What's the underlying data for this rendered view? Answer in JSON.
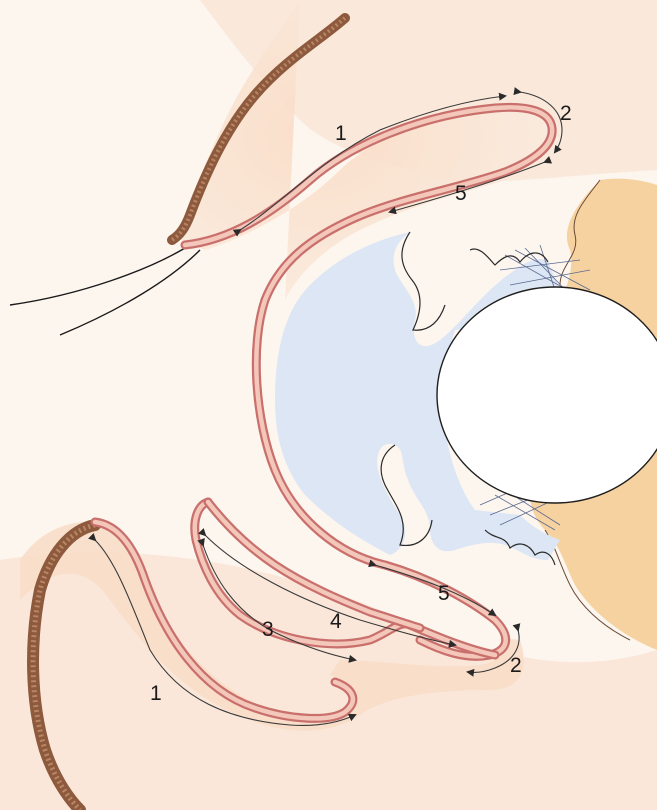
{
  "diagram": {
    "labels": {
      "upper_1": "1",
      "upper_2": "2",
      "upper_5": "5",
      "lower_1": "1",
      "lower_2": "2",
      "lower_3": "3",
      "lower_4": "4",
      "lower_5": "5"
    },
    "colors": {
      "background": "#fdf6ef",
      "tissue": "#f6d6bf",
      "conjunctiva_outer": "#c9706c",
      "conjunctiva_inner": "#f4c7bb",
      "skin_edge": "#9a6547",
      "cornea_chamber": "#dde6f4",
      "iris_orange": "#f6d2a0",
      "lens": "#ffffff"
    }
  }
}
